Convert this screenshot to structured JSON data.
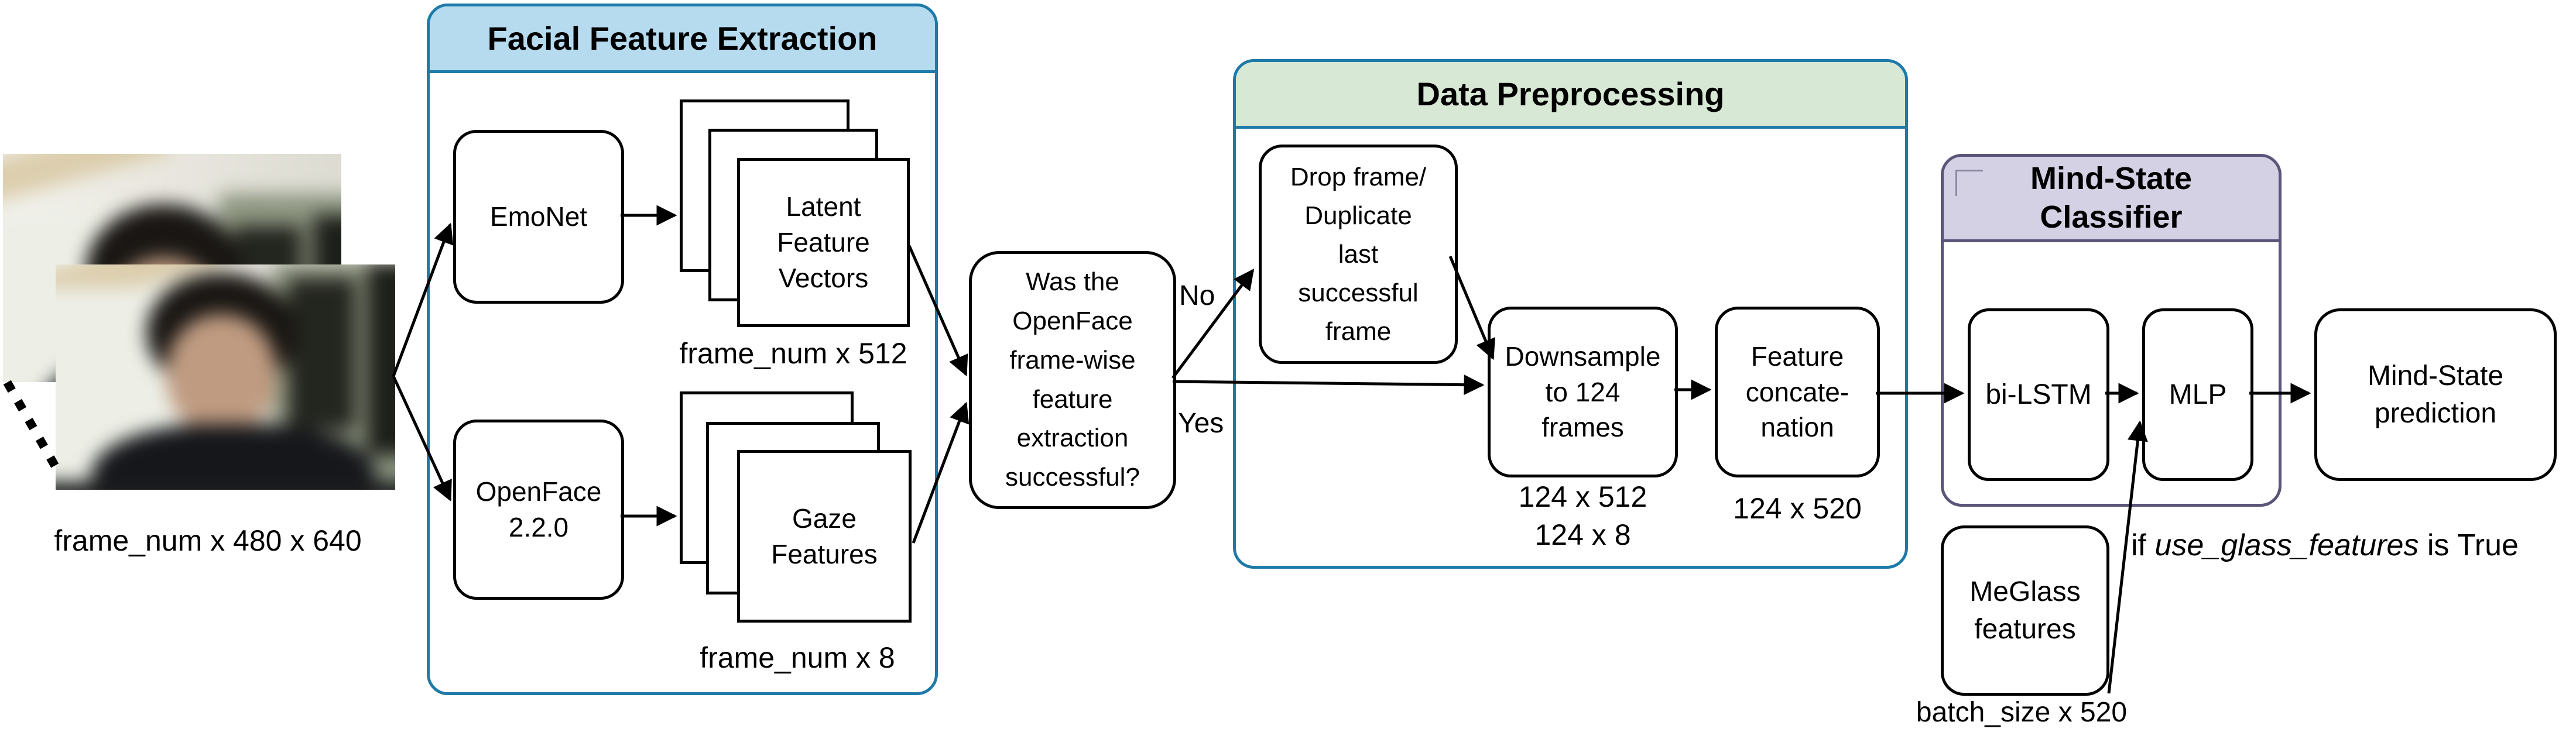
{
  "colors": {
    "ffe_header_bg": "#b6dbef",
    "dp_header_bg": "#d7e8d4",
    "msc_header_bg": "#d4d1e4",
    "blue_border": "#1e7aa8",
    "purple_border": "#5a567a",
    "box_border": "#000000",
    "arrow": "#000000"
  },
  "input": {
    "dim_label": "frame_num x 480 x 640"
  },
  "ffe": {
    "title": "Facial Feature Extraction",
    "emonet": "EmoNet",
    "openface": "OpenFace\n2.2.0",
    "latent": "Latent\nFeature\nVectors",
    "latent_dim": "frame_num x 512",
    "gaze": "Gaze\nFeatures",
    "gaze_dim": "frame_num x 8"
  },
  "decision": {
    "question": "Was the\nOpenFace\nframe-wise\nfeature\nextraction\nsuccessful?",
    "no_label": "No",
    "yes_label": "Yes"
  },
  "dp": {
    "title": "Data Preprocessing",
    "drop": "Drop frame/\nDuplicate\nlast\nsuccessful\nframe",
    "downsample": "Downsample\nto 124\nframes",
    "downsample_dim1": "124 x 512",
    "downsample_dim2": "124 x 8",
    "concat": "Feature\nconcate-\nnation",
    "concat_dim": "124 x 520"
  },
  "msc": {
    "title": "Mind-State\nClassifier",
    "bilstm": "bi-LSTM",
    "mlp": "MLP"
  },
  "output": {
    "prediction": "Mind-State\nprediction"
  },
  "meglass": {
    "label": "MeGlass\nfeatures",
    "dim": "batch_size x 520",
    "note_prefix": "if ",
    "note_var": "use_glass_features",
    "note_suffix": " is True"
  }
}
